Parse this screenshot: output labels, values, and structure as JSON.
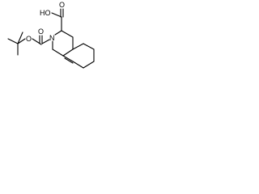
{
  "structure": {
    "type": "skeletal-formula",
    "labels": {
      "carboxyl_group": "HO",
      "carbonyl_oxygen_acid": "O",
      "ring_nitrogen": "N",
      "carbamate_carbonyl_oxygen": "O",
      "carbamate_ester_oxygen": "O"
    },
    "colors": {
      "bond": "#000000",
      "background": "#ffffff"
    }
  }
}
